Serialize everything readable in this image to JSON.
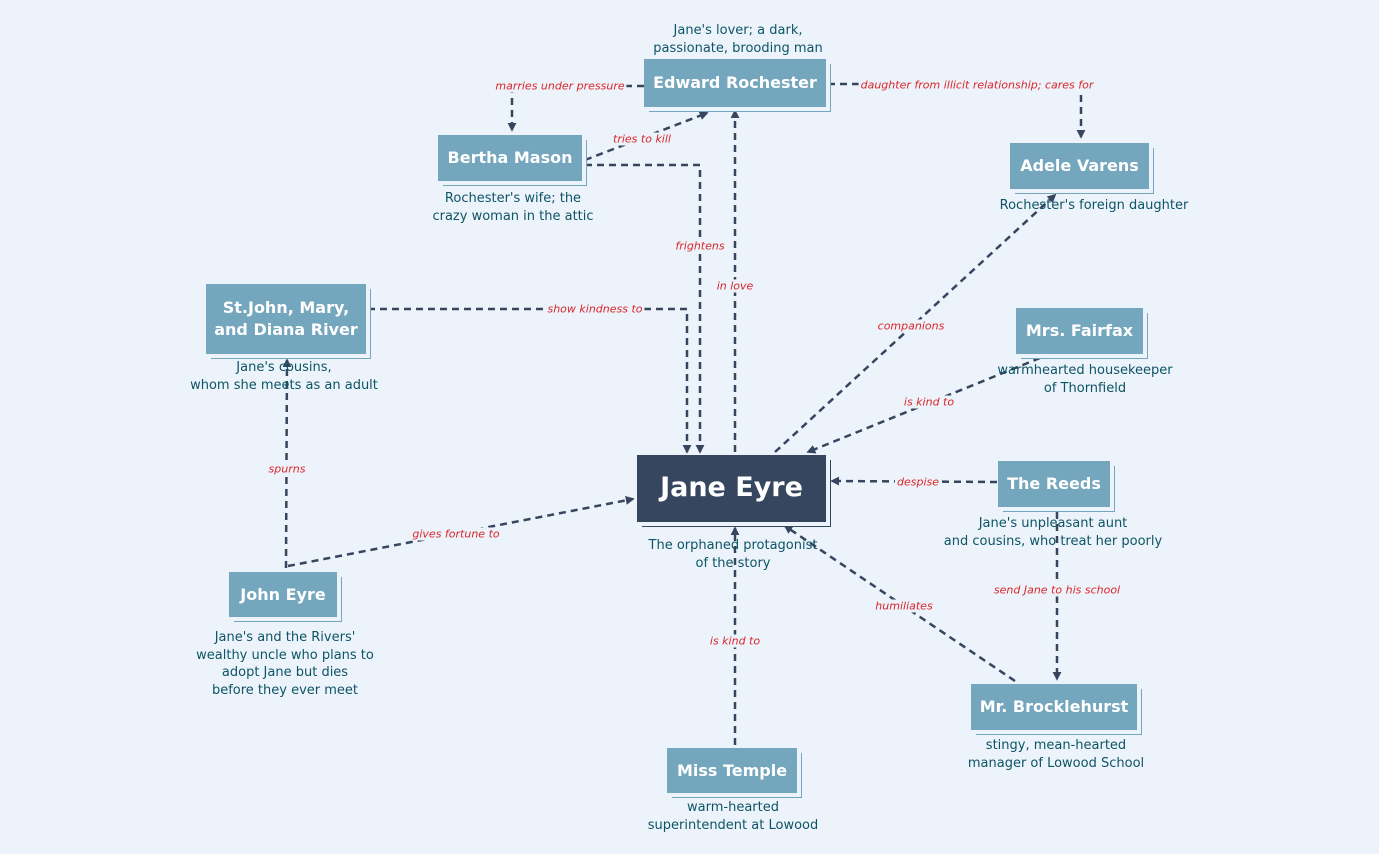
{
  "nodes": {
    "jane": {
      "name": "Jane Eyre",
      "desc": "The orphaned protagonist\nof the story"
    },
    "rochester": {
      "name": "Edward Rochester",
      "desc": "Jane's lover; a dark,\npassionate, brooding man"
    },
    "bertha": {
      "name": "Bertha Mason",
      "desc": "Rochester's wife; the\ncrazy woman in the attic"
    },
    "adele": {
      "name": "Adele Varens",
      "desc": "Rochester's foreign daughter"
    },
    "rivers": {
      "name": "St.John, Mary,\nand Diana River",
      "desc": "Jane's cousins,\nwhom she meets as an adult"
    },
    "fairfax": {
      "name": "Mrs. Fairfax",
      "desc": "warmhearted housekeeper\nof Thornfield"
    },
    "reeds": {
      "name": "The Reeds",
      "desc": "Jane's unpleasant aunt\nand cousins, who treat her poorly"
    },
    "johneyre": {
      "name": "John Eyre",
      "desc": "Jane's and the Rivers'\nwealthy uncle who plans to\nadopt Jane but dies\nbefore they ever meet"
    },
    "brocklehurst": {
      "name": "Mr. Brocklehurst",
      "desc": "stingy, mean-hearted\nmanager of Lowood School"
    },
    "temple": {
      "name": "Miss Temple",
      "desc": "warm-hearted\nsuperintendent at Lowood"
    }
  },
  "edges": {
    "marries": "marries under pressure",
    "daughter": "daughter from illicit relationship; cares for",
    "tries_to_kill": "tries to kill",
    "frightens": "frightens",
    "in_love": "in love",
    "show_kindness": "show kindness to",
    "companions": "companions",
    "fairfax_kind": "is kind to",
    "despise": "despise",
    "spurns": "spurns",
    "gives_fortune": "gives fortune to",
    "send_school": "send Jane to his school",
    "humiliates": "humiliates",
    "temple_kind": "is kind to"
  },
  "colors": {
    "node": "#74a6bd",
    "central": "#35465e",
    "edge": "#35465e",
    "label": "#d9262b",
    "desc": "#0d5466",
    "background": "#edf3fa"
  }
}
